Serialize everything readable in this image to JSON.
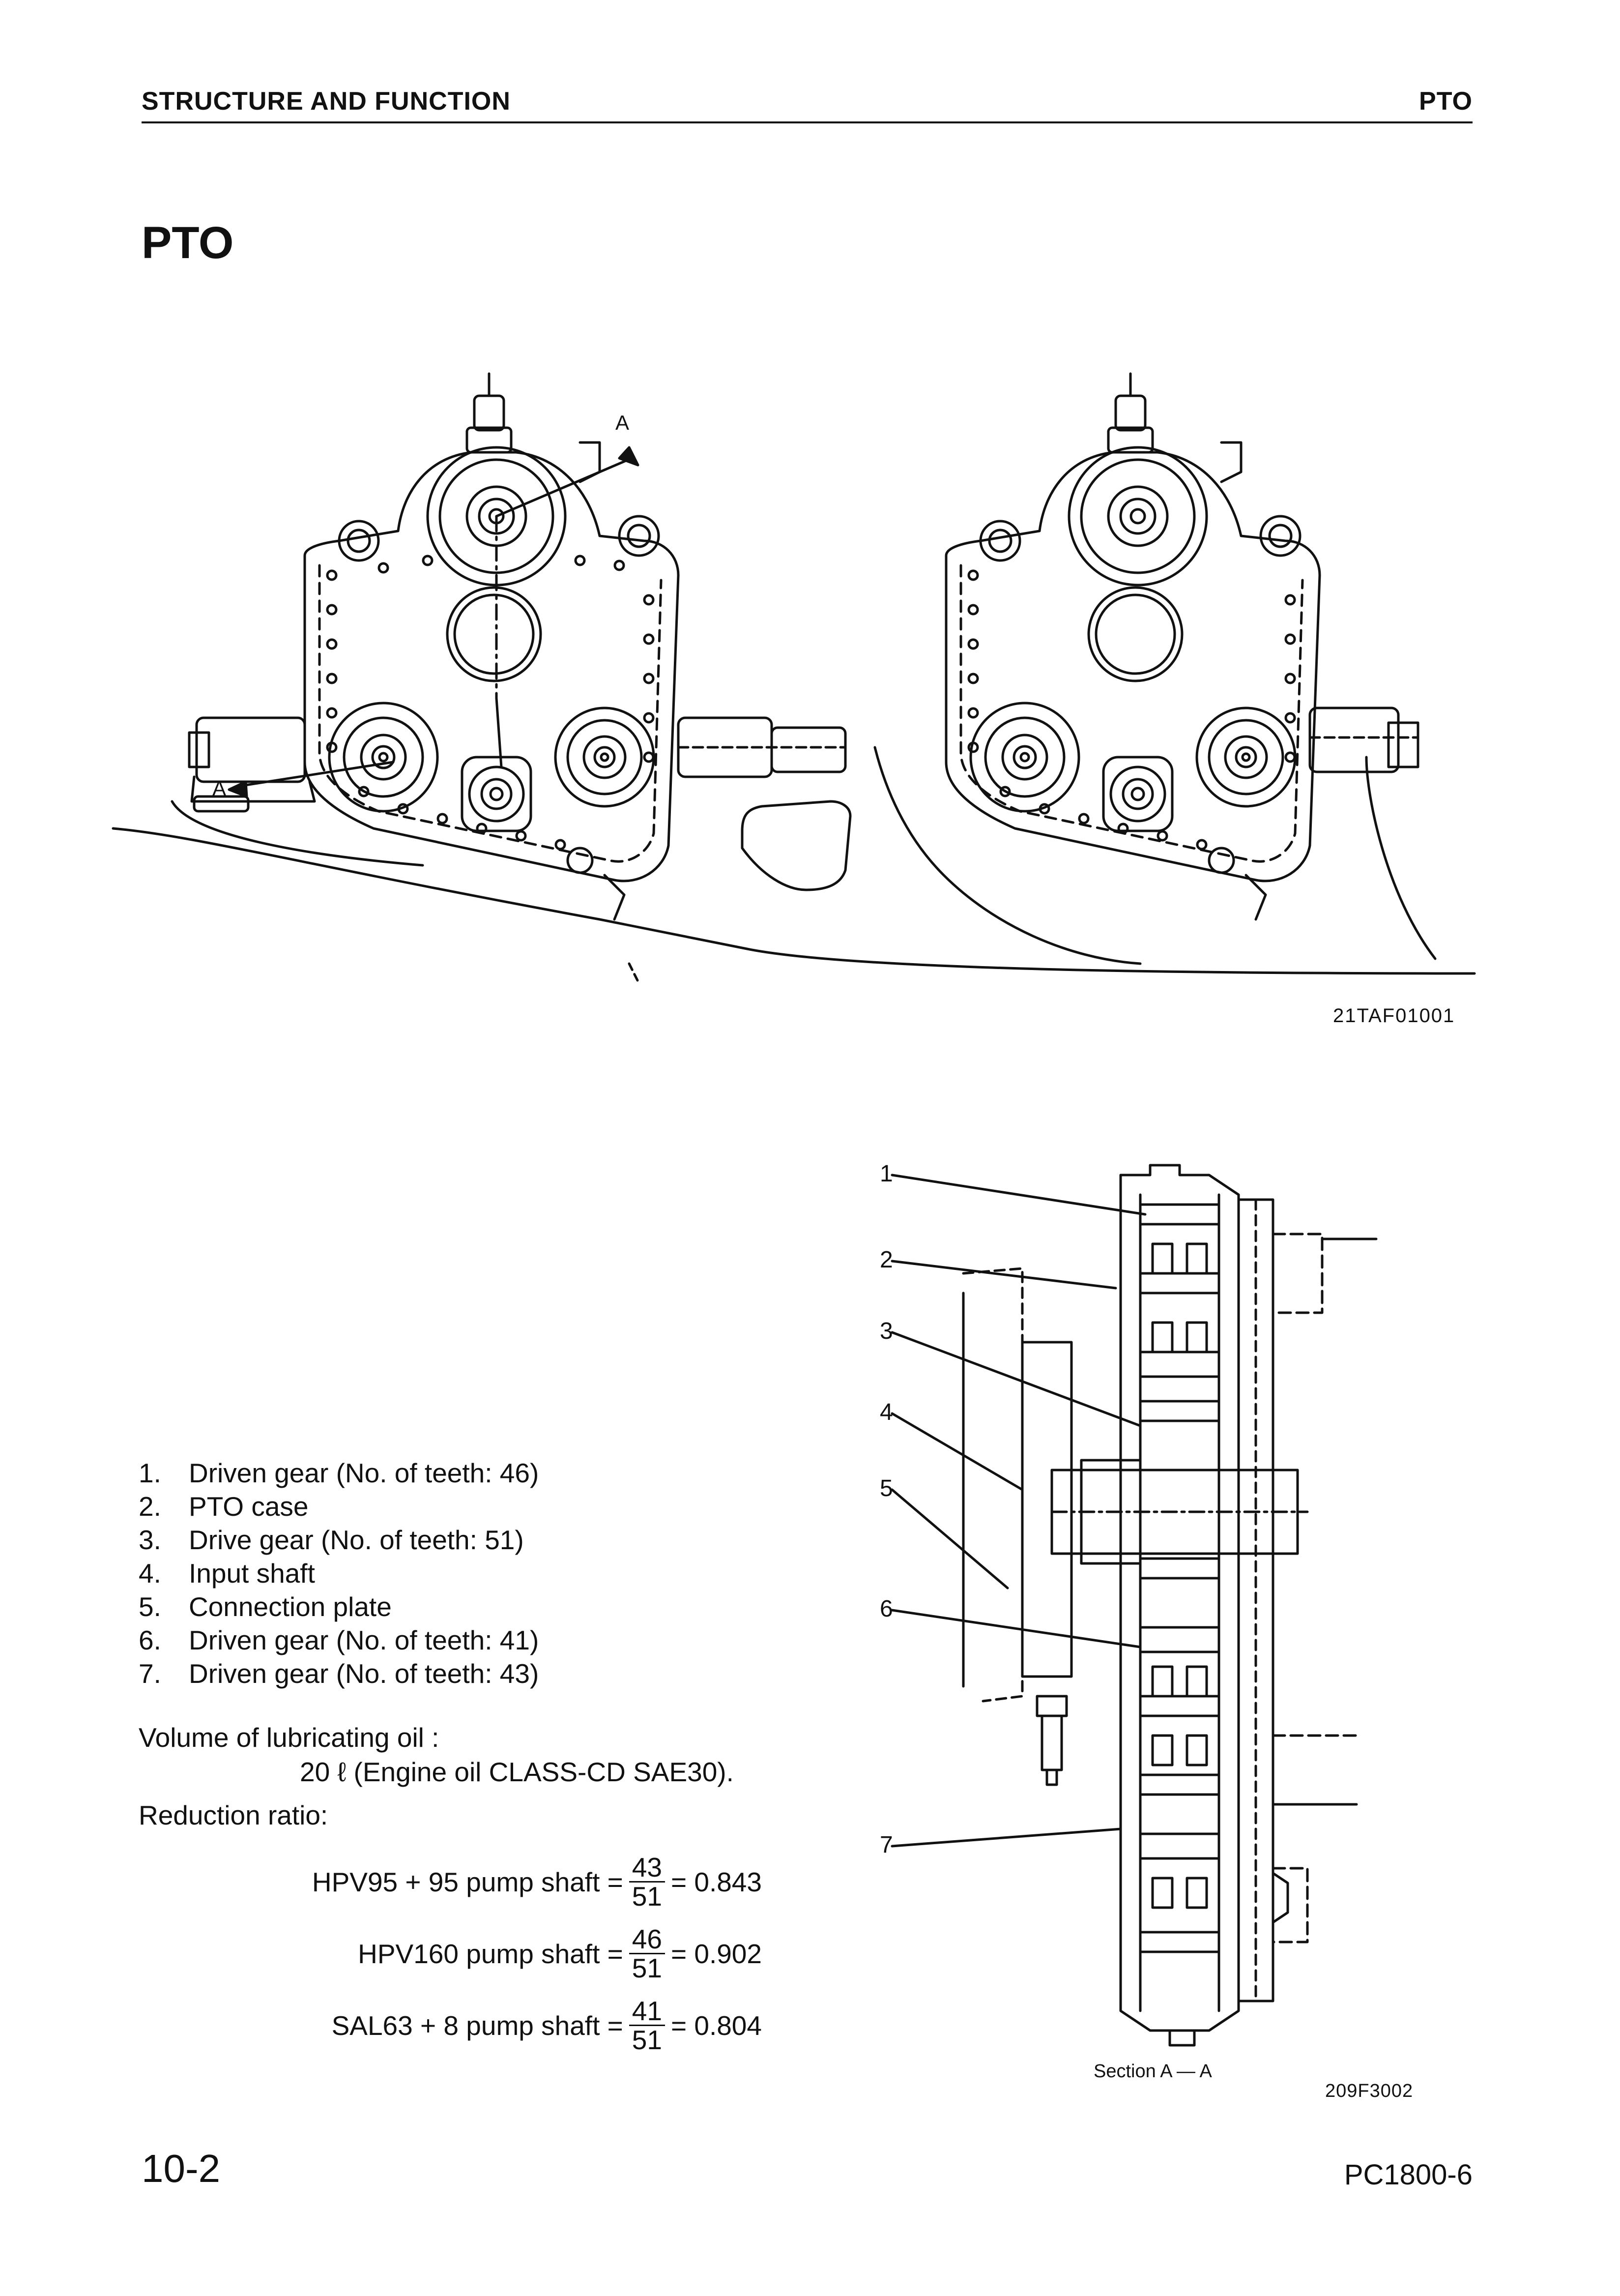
{
  "header": {
    "section": "STRUCTURE AND FUNCTION",
    "topic": "PTO"
  },
  "title": "PTO",
  "figure1": {
    "section_marker_top": "A",
    "section_marker_left": "A",
    "code": "21TAF01001"
  },
  "figure2": {
    "callouts": [
      "1",
      "2",
      "3",
      "4",
      "5",
      "6",
      "7"
    ],
    "caption": "Section A — A",
    "code": "209F3002"
  },
  "parts": [
    {
      "num": "1.",
      "label": "Driven gear (No. of teeth: 46)"
    },
    {
      "num": "2.",
      "label": "PTO case"
    },
    {
      "num": "3.",
      "label": "Drive gear (No. of teeth: 51)"
    },
    {
      "num": "4.",
      "label": "Input shaft"
    },
    {
      "num": "5.",
      "label": "Connection plate"
    },
    {
      "num": "6.",
      "label": "Driven gear (No. of teeth: 41)"
    },
    {
      "num": "7.",
      "label": "Driven gear (No. of teeth: 43)"
    }
  ],
  "lubrication": {
    "label": "Volume of lubricating oil :",
    "value": "20 ℓ (Engine oil CLASS-CD SAE30)."
  },
  "reduction": {
    "label": "Reduction ratio:",
    "items": [
      {
        "name": "HPV95 + 95 pump shaft =",
        "numerator": "43",
        "denominator": "51",
        "result": "= 0.843"
      },
      {
        "name": "HPV160 pump shaft =",
        "numerator": "46",
        "denominator": "51",
        "result": "= 0.902"
      },
      {
        "name": "SAL63 + 8 pump shaft =",
        "numerator": "41",
        "denominator": "51",
        "result": "= 0.804"
      }
    ]
  },
  "footer": {
    "page": "10-2",
    "model": "PC1800-6"
  }
}
